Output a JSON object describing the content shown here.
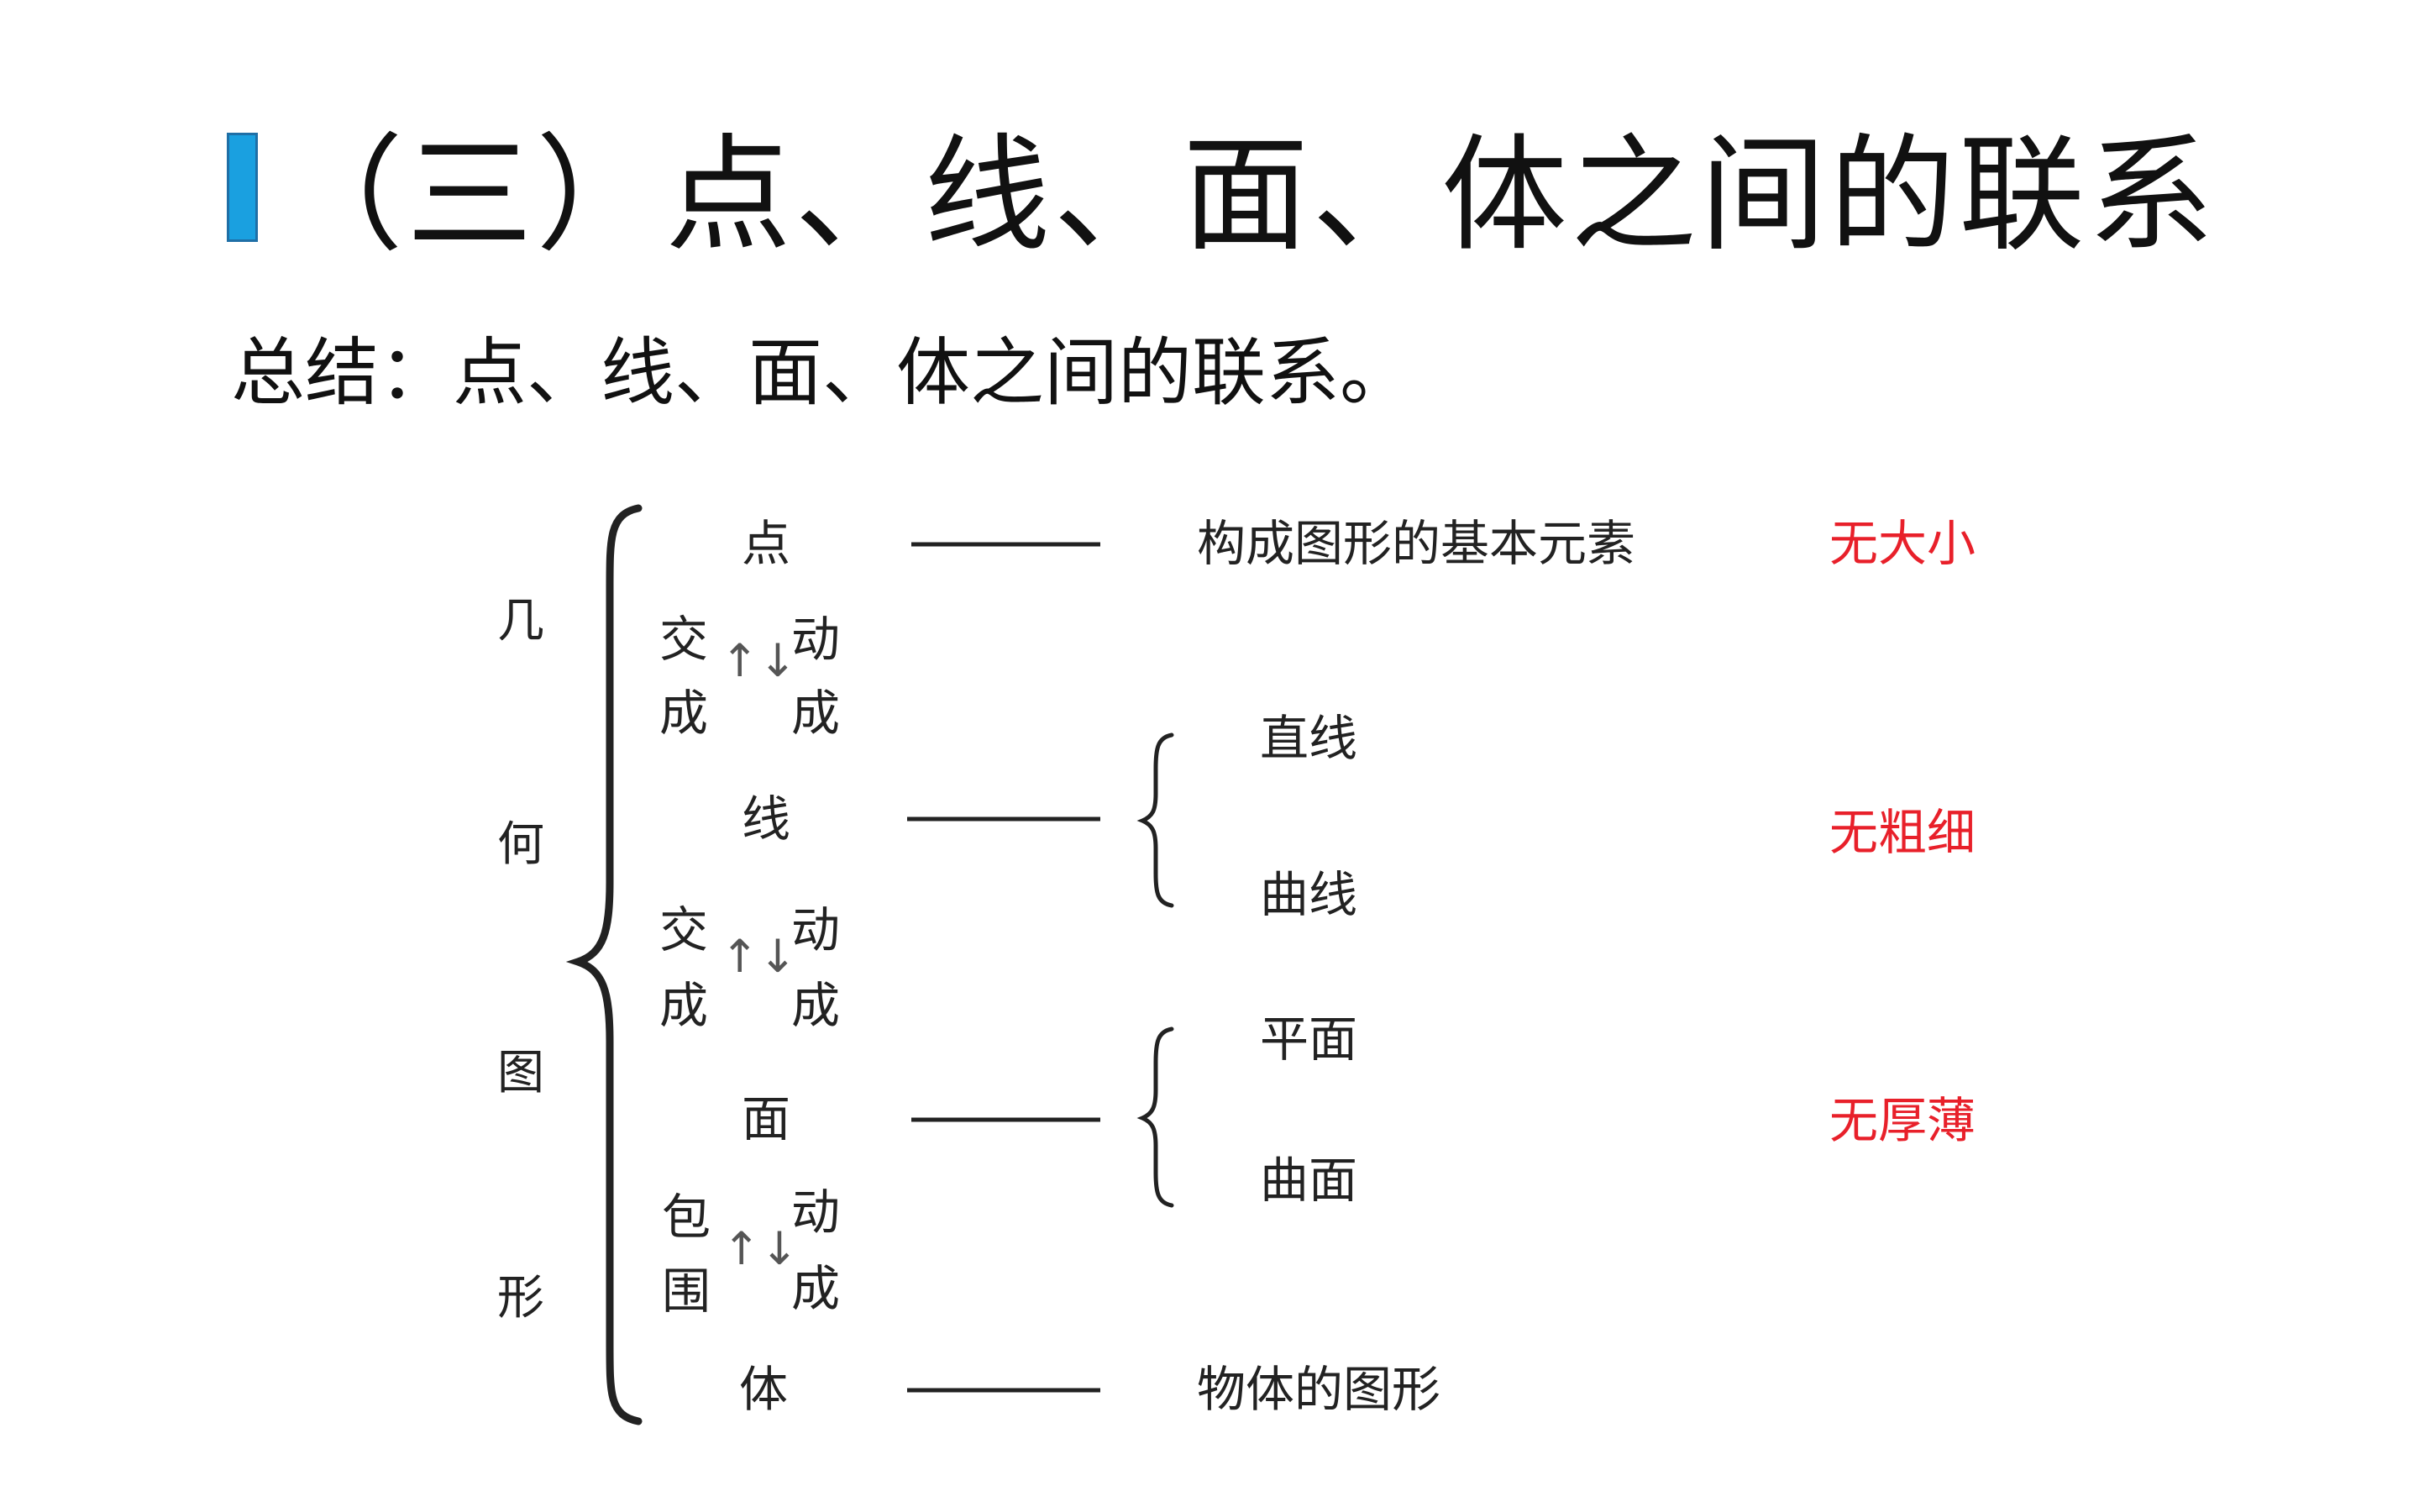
{
  "header": {
    "title": "（三）点、线、面、体之间的联系",
    "summary": "总结：点、线、面、体之间的联系。"
  },
  "colors": {
    "accent": "#1aa0e0",
    "red": "#e8202a"
  },
  "diagram": {
    "category_chars": [
      "几",
      "何",
      "图",
      "形"
    ],
    "elements": {
      "point": "点",
      "line": "线",
      "surface": "面",
      "solid": "体"
    },
    "transitions": [
      {
        "left_top": "交",
        "left_bottom": "成",
        "arrows": "↑↓",
        "right_top": "动",
        "right_bottom": "成"
      },
      {
        "left_top": "交",
        "left_bottom": "成",
        "arrows": "↑↓",
        "right_top": "动",
        "right_bottom": "成"
      },
      {
        "left_top": "包",
        "left_bottom": "围",
        "arrows": "↑↓",
        "right_top": "动",
        "right_bottom": "成"
      }
    ],
    "descriptions": {
      "point": "构成图形的基本元素",
      "solid": "物体的图形"
    },
    "line_types": [
      "直线",
      "曲线"
    ],
    "surface_types": [
      "平面",
      "曲面"
    ],
    "properties": {
      "point": "无大小",
      "line": "无粗细",
      "surface": "无厚薄"
    }
  }
}
